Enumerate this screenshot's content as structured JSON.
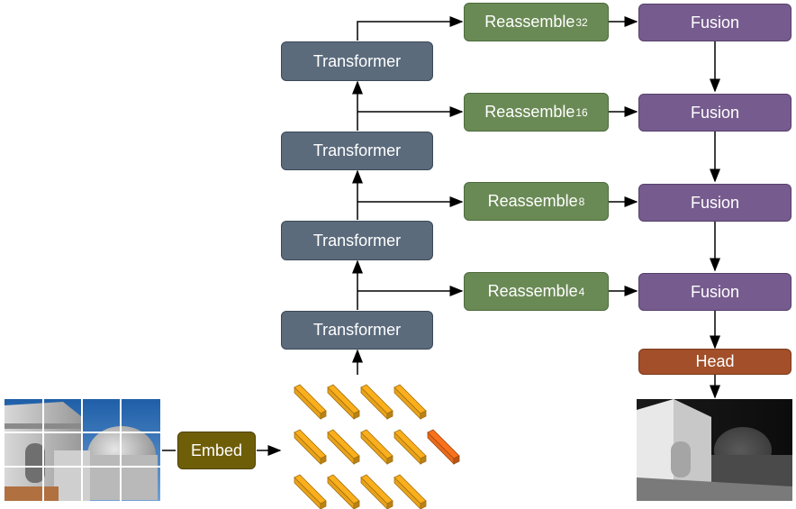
{
  "diagram": {
    "embed": {
      "label": "Embed"
    },
    "transformers": [
      {
        "label": "Transformer"
      },
      {
        "label": "Transformer"
      },
      {
        "label": "Transformer"
      },
      {
        "label": "Transformer"
      }
    ],
    "reassembles": [
      {
        "label": "Reassemble",
        "subscript": "32"
      },
      {
        "label": "Reassemble",
        "subscript": "16"
      },
      {
        "label": "Reassemble",
        "subscript": "8"
      },
      {
        "label": "Reassemble",
        "subscript": "4"
      }
    ],
    "fusions": [
      {
        "label": "Fusion"
      },
      {
        "label": "Fusion"
      },
      {
        "label": "Fusion"
      },
      {
        "label": "Fusion"
      }
    ],
    "head": {
      "label": "Head"
    },
    "colors": {
      "transformer": "#5b6b7c",
      "reassemble": "#6a8a55",
      "fusion": "#765c8e",
      "head": "#a24f2a",
      "embed": "#6f5e08",
      "token": "#e8a21a",
      "token_special": "#e86a1a"
    }
  }
}
